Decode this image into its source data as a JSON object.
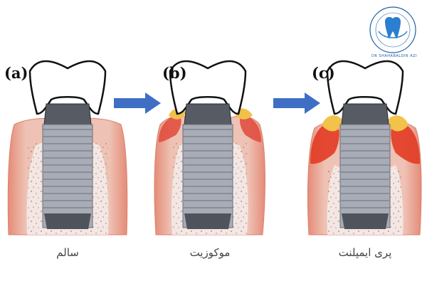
{
  "panels": [
    {
      "letter": "(a)",
      "caption": "سالم"
    },
    {
      "letter": "(b)",
      "caption": "موکوزیت"
    },
    {
      "letter": "(c)",
      "caption": "پری ایمپلنت"
    }
  ],
  "logo": {
    "text": "DR SHAHABALDIN AZIZI · MAXILLOFACIAL SURGEON"
  },
  "colors": {
    "arrow": "#3f6fc4",
    "bone": "#f2e4df",
    "gum": "#e5a08e",
    "inflamed": "#e23b24",
    "plaque": "#f1c24a",
    "implant": "#a9adb7",
    "abutment": "#555a63",
    "logo": "#1e5fa8"
  }
}
